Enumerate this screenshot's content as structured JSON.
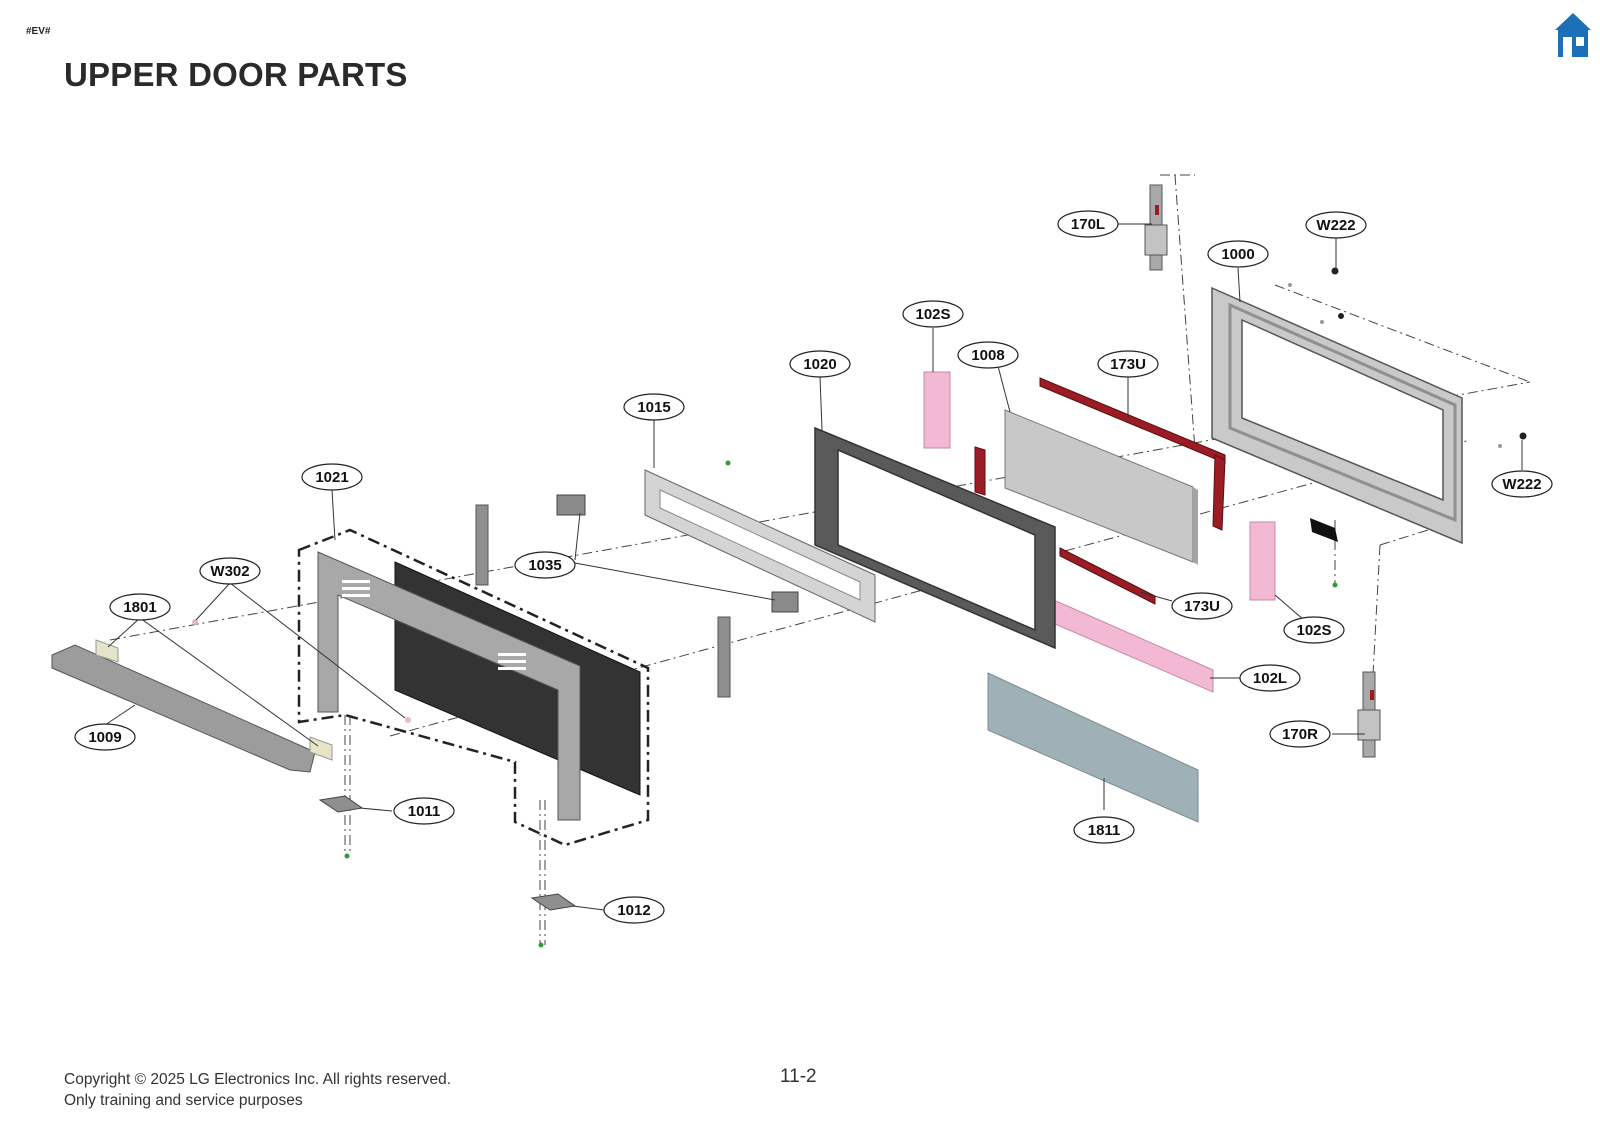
{
  "header": {
    "tag": "#EV#",
    "title": "UPPER DOOR PARTS",
    "home_icon": "home-icon"
  },
  "colors": {
    "accent_blue": "#1d6fb8",
    "part_grey": "#b8b8b8",
    "part_dark": "#3a3a3a",
    "insulation_pink": "#f2b8d4",
    "seal_red": "#9b1c24",
    "glass": "#9fb0b7"
  },
  "callouts": {
    "p170L": "170L",
    "pW222a": "W222",
    "p1000": "1000",
    "p102Sa": "102S",
    "p1008": "1008",
    "p173Ua": "173U",
    "p1020": "1020",
    "p1015": "1015",
    "p1021": "1021",
    "p1035": "1035",
    "pW302": "W302",
    "p1801": "1801",
    "p1009": "1009",
    "p1011": "1011",
    "p1012": "1012",
    "p173Ub": "173U",
    "p102Sb": "102S",
    "p102L": "102L",
    "p1811": "1811",
    "p170R": "170R",
    "pW222b": "W222"
  },
  "footer": {
    "copyright_line1": "Copyright © 2025 LG Electronics Inc. All rights reserved.",
    "copyright_line2": "Only training and service purposes",
    "page_number": "11-2"
  }
}
